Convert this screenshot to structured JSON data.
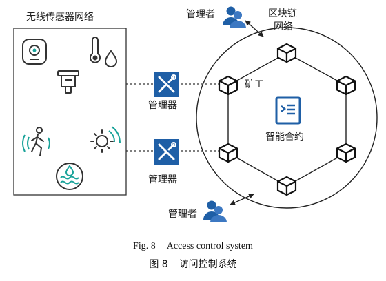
{
  "sensor_network": {
    "title": "无线传感器网络"
  },
  "blockchain": {
    "title_line1": "区块链",
    "title_line2": "网络",
    "smart_contract": "智能合约",
    "miner": "矿工"
  },
  "admins": {
    "upper_manager": "管理者",
    "lower_manager": "管理者",
    "gateway_upper": "管理器",
    "gateway_lower": "管理器"
  },
  "caption": {
    "en_number": "Fig. 8",
    "en_title": "Access control system",
    "cn_number": "图 8",
    "cn_title": "访问控制系统"
  },
  "colors": {
    "accent_blue": "#1f5fa6",
    "sensor_teal": "#1aa39a",
    "line": "#222222"
  }
}
